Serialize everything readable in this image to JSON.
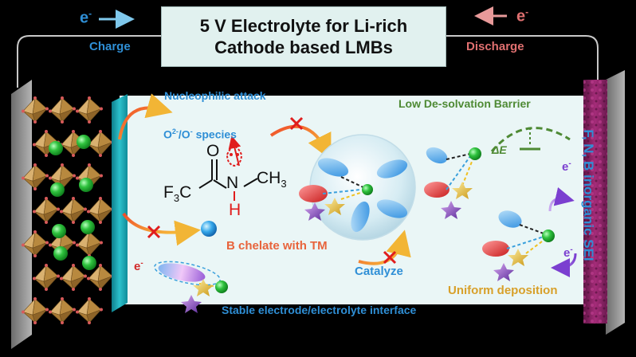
{
  "title": {
    "line1": "5 V Electrolyte for Li-rich",
    "line2": "Cathode based LMBs"
  },
  "circuit": {
    "electron_left": "e",
    "electron_right": "e",
    "charge": "Charge",
    "discharge": "Discharge"
  },
  "labels": {
    "nucleophilic_attack": "Nucleophilic attack",
    "species_o2": "O",
    "species_o2_sup": "2-",
    "species_sep": "/O",
    "species_sup2": "-",
    "species_word": " species",
    "b_chelate": "B chelate with TM",
    "catalyze": "Catalyze",
    "stable_interface": "Stable electrode/electrolyte interface",
    "low_desolvation": "Low De-solvation Barrier",
    "delta_e": "ΔE",
    "uniform_deposition": "Uniform deposition",
    "sei": "F, N, B inorganic SEI",
    "e_minus": "e",
    "minus": "-"
  },
  "molecule": {
    "o": "O",
    "f3c": "F",
    "f3c_sub": "3",
    "f3c_c": "C",
    "n": "N",
    "h": "H",
    "ch3": "CH",
    "ch3_sub": "3"
  },
  "colors": {
    "title_box": "#e1f1ef",
    "electrolyte": "#eaf6f6",
    "cathode_strip": "#1aa8b5",
    "anode": "#8a2262",
    "blue_text": "#2f8fd6",
    "green_text": "#4e8a34",
    "orange_text": "#e8643c",
    "gold_text": "#d8a02a",
    "red_text": "#d22a2a",
    "li_green": "#2ebd3a",
    "octahedra": "#c29a55"
  }
}
